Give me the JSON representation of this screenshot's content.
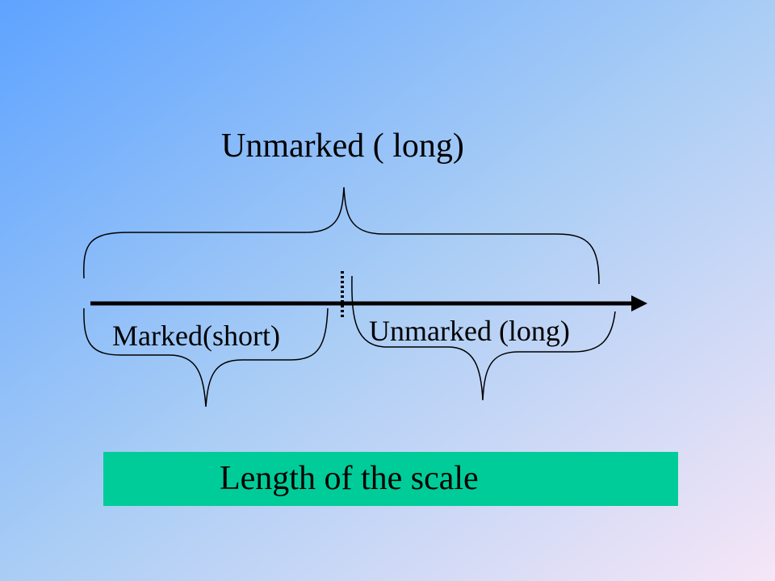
{
  "diagram": {
    "top_brace_label": "Unmarked ( long)",
    "left_segment_label": "Marked(short)",
    "right_segment_label": "Unmarked (long)",
    "caption": "Length of the scale"
  },
  "colors": {
    "background_start": "#5ea3ff",
    "background_mid": "#a9cdf5",
    "background_end": "#f6e6f7",
    "caption_box": "#00cc99",
    "line": "#000000"
  }
}
